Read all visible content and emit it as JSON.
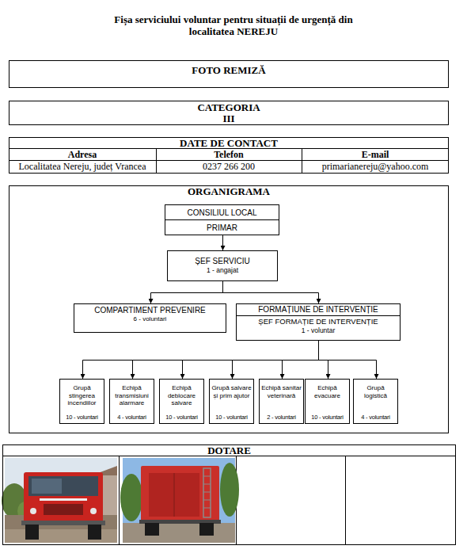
{
  "diagram": {
    "title": "Fișa serviciului voluntar pentru situații de urgență din localitatea NEREJU",
    "nodes": [
      {
        "text": [
          "FOTO REMIZĂ"
        ]
      },
      {
        "text": [
          "CATEGORIA",
          "III"
        ]
      },
      {
        "text": [
          "DATE DE CONTACT"
        ]
      },
      {
        "text": [
          "ORGANIGRAMA"
        ]
      },
      {
        "text": [
          "CONSILIUL LOCAL",
          "PRIMAR"
        ],
        "in": 3
      },
      {
        "text": [
          "ȘEF SERVICIU",
          "1 - angajat"
        ],
        "in": 3
      },
      {
        "text": [
          "COMPARTIMENT PREVENIRE",
          "6 - voluntari"
        ],
        "in": 3
      },
      {
        "text": [
          "FORMAȚIUNE DE INTERVENȚIE",
          "ȘEF FORMAȚIE DE INTERVENȚIE",
          "1 - voluntar"
        ],
        "in": 3
      },
      {
        "text": [
          "Grupă stingerea incendiilor",
          "10 - voluntari"
        ],
        "in": 3
      },
      {
        "text": [
          "Echipă transmisiuni alarmare",
          "4 - voluntari"
        ],
        "in": 3
      },
      {
        "text": [
          "Echipă deblocare salvare",
          "10 - voluntari"
        ],
        "in": 3
      },
      {
        "text": [
          "Grupă salvare și prim ajutor",
          "10 - voluntari"
        ],
        "in": 3
      },
      {
        "text": [
          "Echipă sanitar veterinară",
          "2 - voluntari"
        ],
        "in": 3
      },
      {
        "text": [
          "Echipă evacuare",
          "10 - voluntari"
        ],
        "in": 3
      },
      {
        "text": [
          "Grupă logistică",
          "4 - voluntari"
        ],
        "in": 3
      },
      {
        "text": [
          "DOTARE"
        ]
      }
    ],
    "edges": [
      {
        "from": 4,
        "to": 5,
        "arrow": "to"
      },
      {
        "from": 5,
        "to": 6,
        "arrow": "to"
      },
      {
        "from": 5,
        "to": 7,
        "arrow": "to"
      },
      {
        "from": 7,
        "to": 8,
        "arrow": "to"
      },
      {
        "from": 7,
        "to": 9,
        "arrow": "to"
      },
      {
        "from": 7,
        "to": 10,
        "arrow": "to"
      },
      {
        "from": 7,
        "to": 11,
        "arrow": "to"
      },
      {
        "from": 7,
        "to": 12,
        "arrow": "to"
      },
      {
        "from": 7,
        "to": 13,
        "arrow": "to"
      },
      {
        "from": 7,
        "to": 14,
        "arrow": "to"
      }
    ],
    "labels": [
      "Adresa",
      "Telefon",
      "E-mail",
      "Localitatea Nereju, județ Vrancea",
      "0237 266 200",
      "primarianereju@yahoo.com"
    ]
  }
}
